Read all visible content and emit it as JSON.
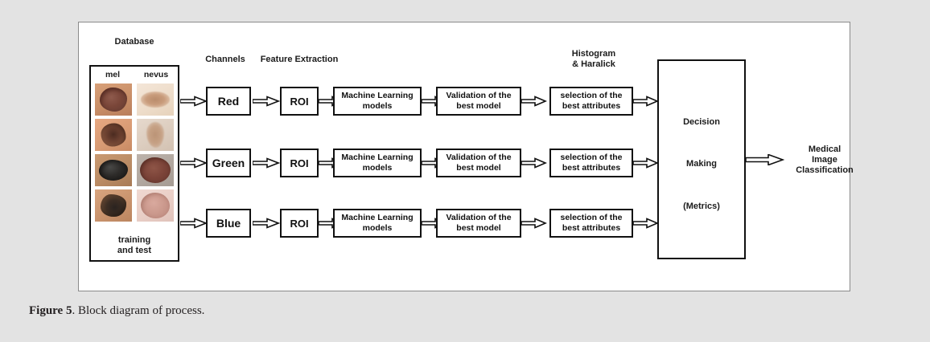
{
  "caption": {
    "label": "Figure 5",
    "text": ". Block diagram of process."
  },
  "diagram": {
    "headers": {
      "database": "Database",
      "channels": "Channels",
      "feature_extraction": "Feature Extraction",
      "histogram_haralick": "Histogram\n& Haralick"
    },
    "database": {
      "columns": [
        "mel",
        "nevus"
      ],
      "footer": "training\nand test",
      "thumbnails": [
        {
          "class": "t-m1",
          "name": "melanoma-thumbnail-1"
        },
        {
          "class": "t-n1",
          "name": "nevus-thumbnail-1"
        },
        {
          "class": "t-m2",
          "name": "melanoma-thumbnail-2"
        },
        {
          "class": "t-n2",
          "name": "nevus-thumbnail-2"
        },
        {
          "class": "t-m3",
          "name": "melanoma-thumbnail-3"
        },
        {
          "class": "t-n3",
          "name": "nevus-thumbnail-3"
        },
        {
          "class": "t-m4",
          "name": "melanoma-thumbnail-4"
        },
        {
          "class": "t-n4",
          "name": "nevus-thumbnail-4"
        }
      ]
    },
    "rows": [
      {
        "channel": "Red",
        "roi": "ROI",
        "ml": "Machine Learning\nmodels",
        "validation": "Validation of the\nbest model",
        "selection": "selection of the\nbest attributes"
      },
      {
        "channel": "Green",
        "roi": "ROI",
        "ml": "Machine Learning\nmodels",
        "validation": "Validation of the\nbest model",
        "selection": "selection of the\nbest attributes"
      },
      {
        "channel": "Blue",
        "roi": "ROI",
        "ml": "Machine Learning\nmodels",
        "validation": "Validation of the\nbest model",
        "selection": "selection of the\nbest attributes"
      }
    ],
    "decision": {
      "line1": "Decision",
      "line2": "Making",
      "line3": "(Metrics)"
    },
    "output": "Medical\nImage\nClassification",
    "colors": {
      "page_background": "#e3e3e3",
      "panel_background": "#ffffff",
      "stroke": "#111111",
      "panel_border": "#8a8a8a",
      "text": "#1b1b1b"
    }
  }
}
